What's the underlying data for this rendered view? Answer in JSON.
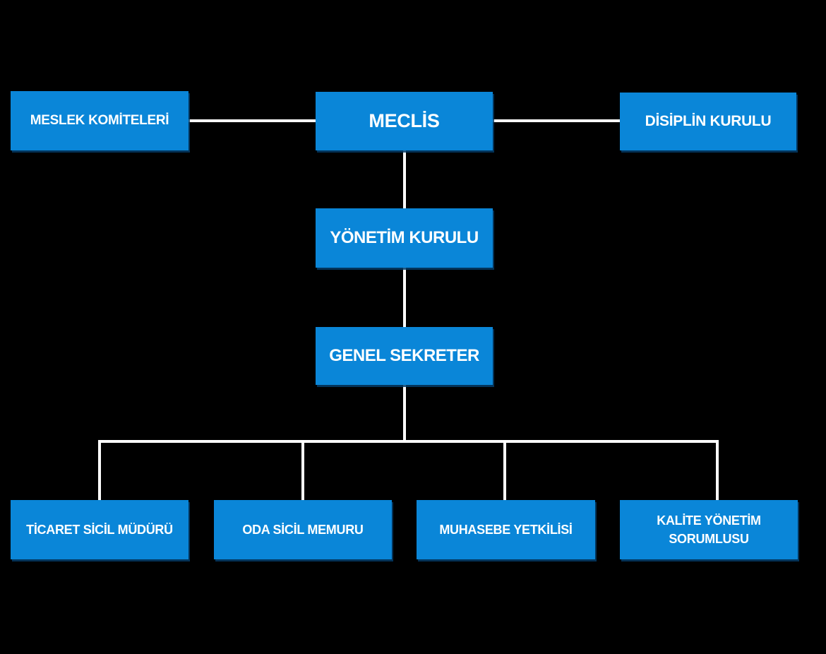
{
  "colors": {
    "background": "#000000",
    "node_fill": "#0a86d8",
    "node_text": "#ffffff",
    "connector": "#ffffff"
  },
  "nodes": [
    {
      "id": "meslek-komiteleri",
      "label": "MESLEK KOMİTELERİ"
    },
    {
      "id": "meclis",
      "label": "MECLİS"
    },
    {
      "id": "disiplin-kurulu",
      "label": "DİSİPLİN KURULU"
    },
    {
      "id": "yonetim-kurulu",
      "label": "YÖNETİM KURULU"
    },
    {
      "id": "genel-sekreter",
      "label": "GENEL SEKRETER"
    },
    {
      "id": "ticaret-sicil-muduru",
      "label": "TİCARET SİCİL MÜDÜRÜ"
    },
    {
      "id": "oda-sicil-memuru",
      "label": "ODA SİCİL MEMURU"
    },
    {
      "id": "muhasebe-yetkilisi",
      "label": "MUHASEBE YETKİLİSİ"
    },
    {
      "id": "kalite-yonetim-sorumlusu",
      "label": "KALİTE YÖNETİM SORUMLUSU"
    }
  ],
  "edges": [
    {
      "from": "meclis",
      "to": "meslek-komiteleri"
    },
    {
      "from": "meclis",
      "to": "disiplin-kurulu"
    },
    {
      "from": "meclis",
      "to": "yonetim-kurulu"
    },
    {
      "from": "yonetim-kurulu",
      "to": "genel-sekreter"
    },
    {
      "from": "genel-sekreter",
      "to": "ticaret-sicil-muduru"
    },
    {
      "from": "genel-sekreter",
      "to": "oda-sicil-memuru"
    },
    {
      "from": "genel-sekreter",
      "to": "muhasebe-yetkilisi"
    },
    {
      "from": "genel-sekreter",
      "to": "kalite-yonetim-sorumlusu"
    }
  ]
}
